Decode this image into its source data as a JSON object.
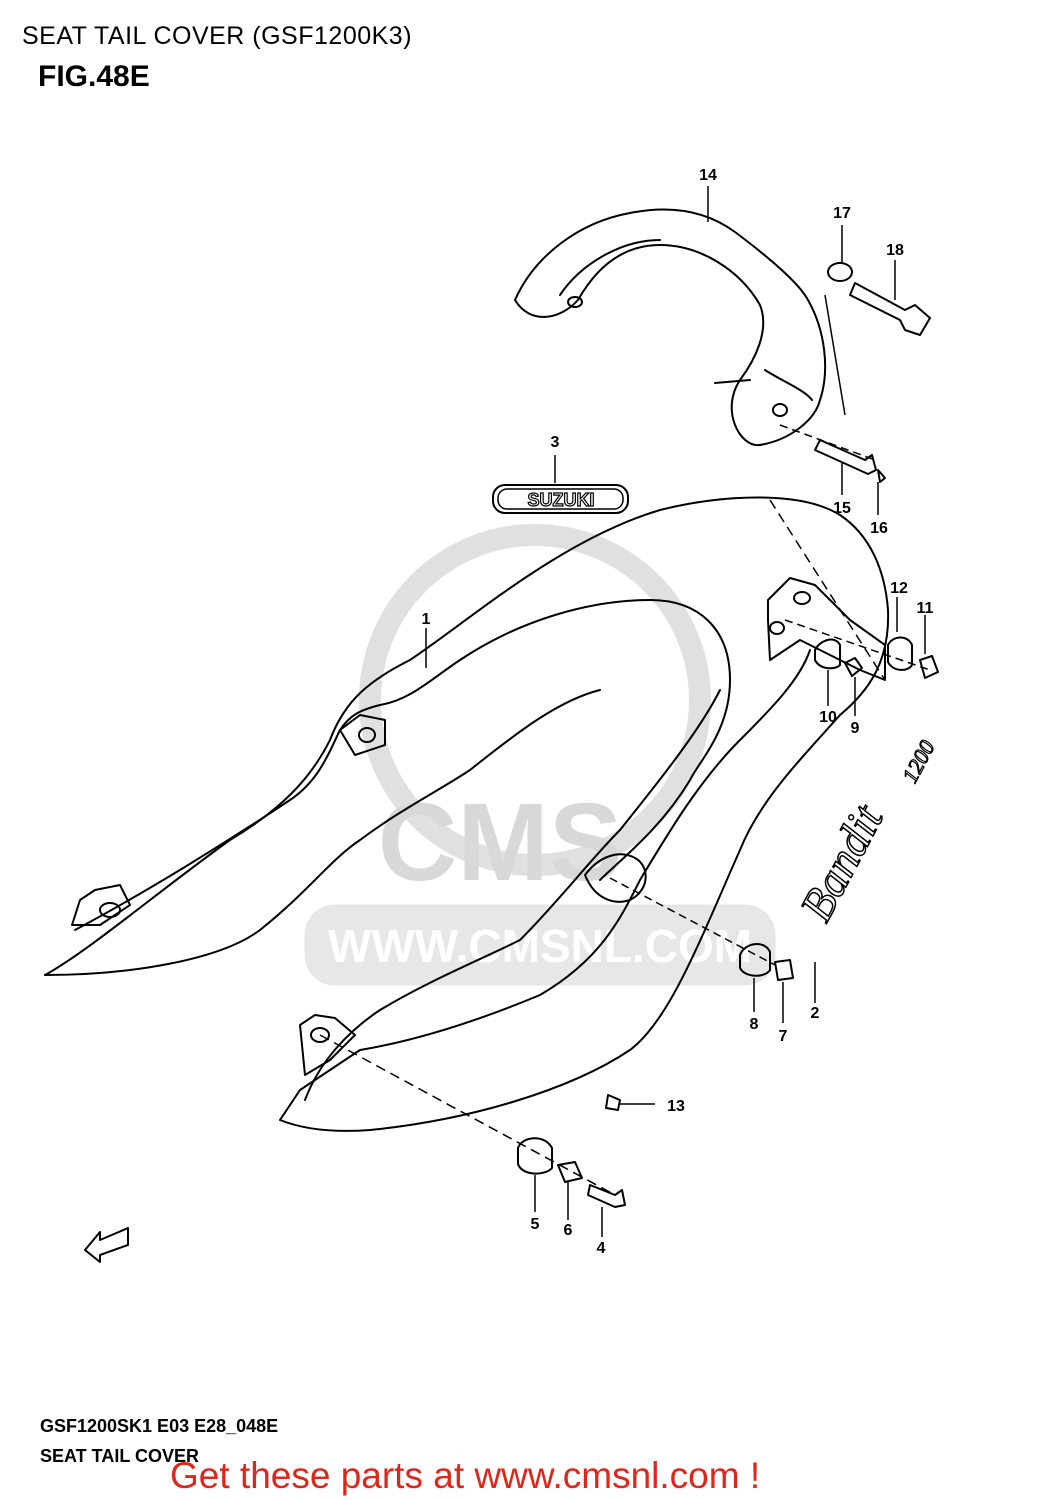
{
  "header": {
    "title": "SEAT TAIL COVER (GSF1200K3)",
    "figure": "FIG.48E"
  },
  "diagram": {
    "emblem_text": "SUZUKI",
    "decal_text": "Bandit",
    "decal_number": "1200",
    "fwd_label": "FWD",
    "watermark_text": "WWW.CMSNL.COM",
    "watermark_logo": "CMS",
    "callouts": [
      "1",
      "2",
      "3",
      "4",
      "5",
      "6",
      "7",
      "8",
      "9",
      "10",
      "11",
      "12",
      "13",
      "14",
      "15",
      "16",
      "17",
      "18"
    ]
  },
  "footer": {
    "code": "GSF1200SK1 E03 E28_048E",
    "name": "SEAT TAIL COVER",
    "promo": "Get these parts at www.cmsnl.com !"
  },
  "colors": {
    "promo": "#e0261b",
    "watermark": "#d8d8d8"
  }
}
